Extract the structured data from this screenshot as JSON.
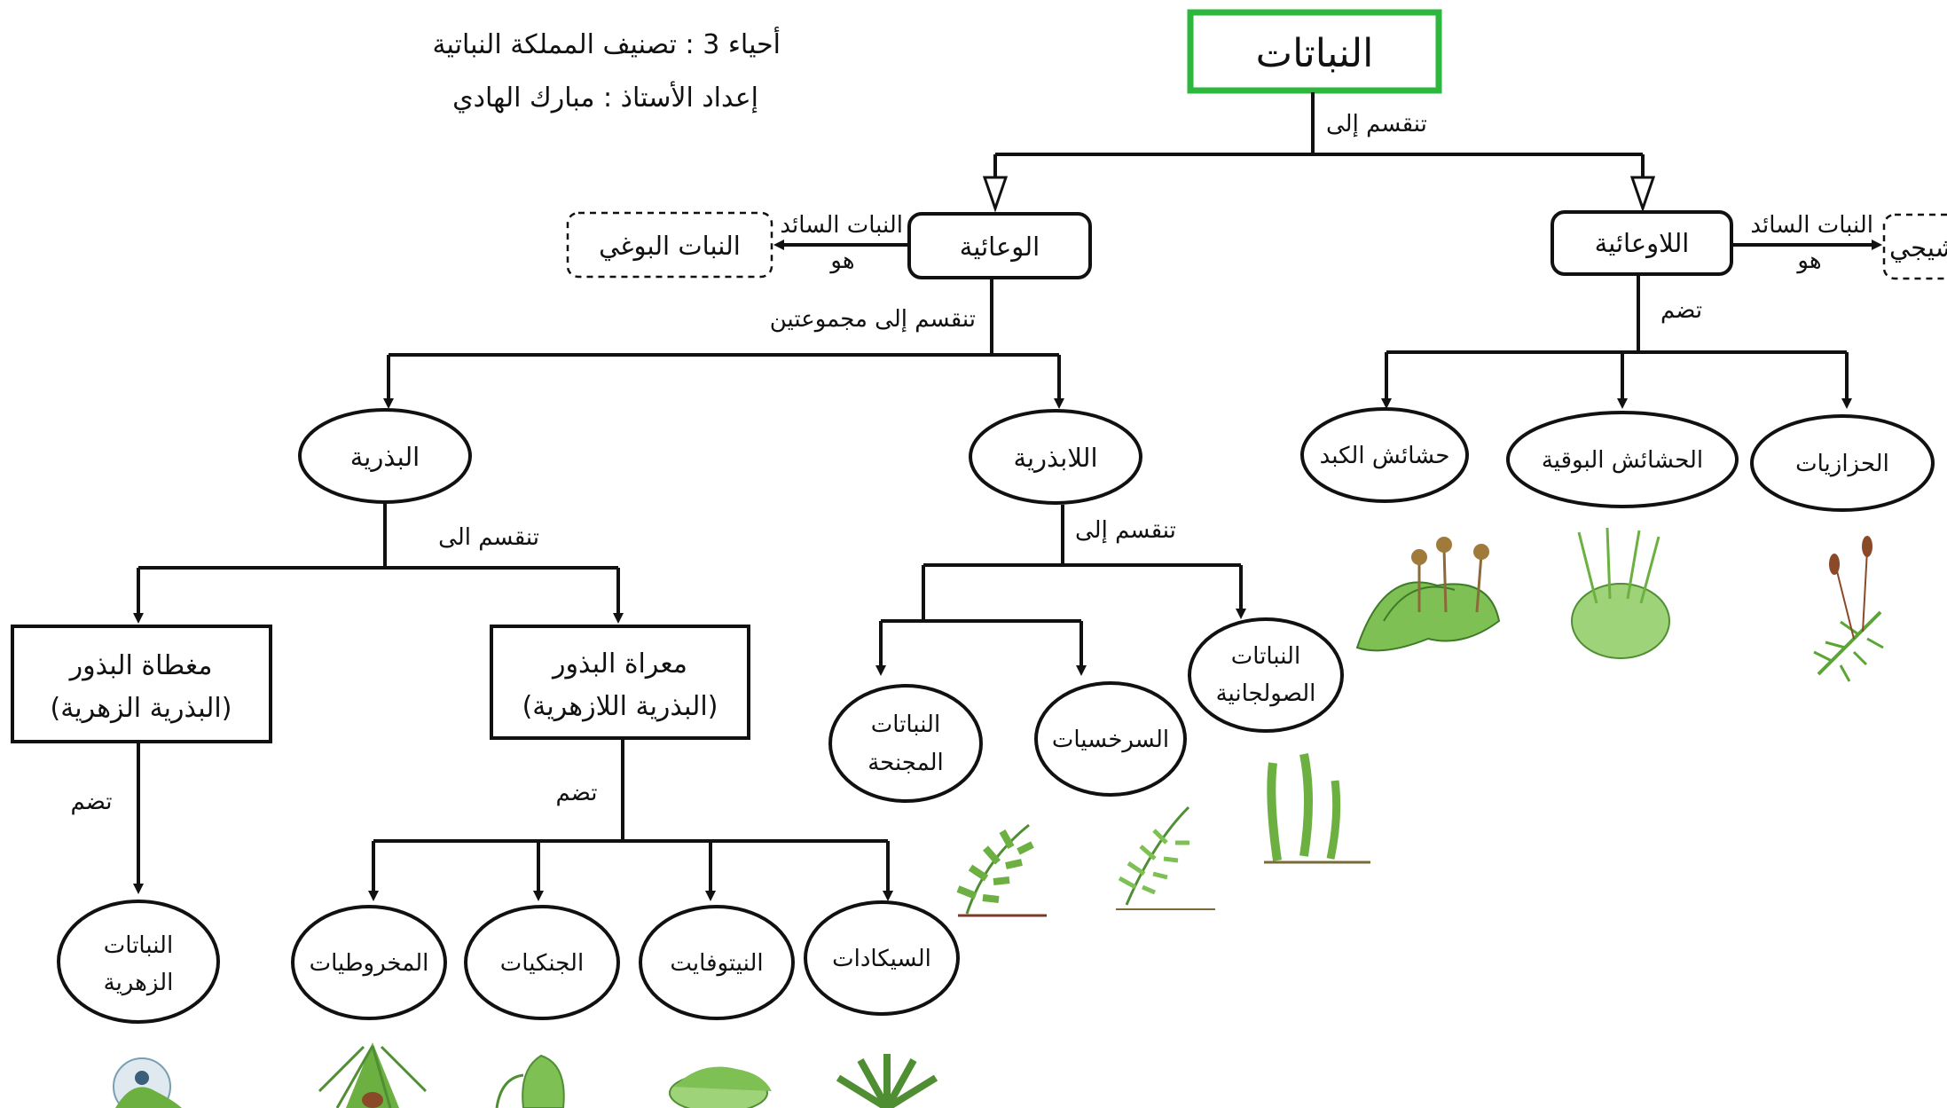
{
  "header": {
    "title": "أحياء 3 : تصنيف المملكة النباتية",
    "author": "إعداد الأستاذ : مبارك الهادي"
  },
  "nodes": {
    "plants": "النباتات",
    "vascular": "الوعائية",
    "nonvascular": "اللاوعائية",
    "sporophyte": "النبات البوغي",
    "gametophyte": "النبات المشيجي",
    "seed": "البذرية",
    "seedless": "اللابذرية",
    "angiosperms_line1": "مغطاة البذور",
    "angiosperms_line2": "(البذرية الزهرية)",
    "gymnosperms_line1": "معراة البذور",
    "gymnosperms_line2": "(البذرية اللازهرية)",
    "flowering_line1": "النباتات",
    "flowering_line2": "الزهرية",
    "conifers": "المخروطيات",
    "ginkgos": "الجنكيات",
    "gnetophytes": "النيتوفايت",
    "cycads": "السيكادات",
    "whisk_line1": "النباتات",
    "whisk_line2": "المجنحة",
    "ferns": "السرخسيات",
    "club_line1": "النباتات",
    "club_line2": "الصولجانية",
    "liverworts": "حشائش الكبد",
    "hornworts": "الحشائش البوقية",
    "mosses": "الحزازيات"
  },
  "edges": {
    "divides_into": "تنقسم إلى",
    "divides_into_two_groups": "تنقسم إلى مجموعتين",
    "divides_into_alt": "تنقسم الى",
    "dominant_plant": "النبات السائد",
    "is": "هو",
    "includes": "تضم"
  },
  "colors": {
    "root_border": "#2db83d",
    "line": "#111111",
    "plant_green": "#5aa632",
    "plant_light": "#9fd37a",
    "spore_brown": "#8a4a2a"
  }
}
